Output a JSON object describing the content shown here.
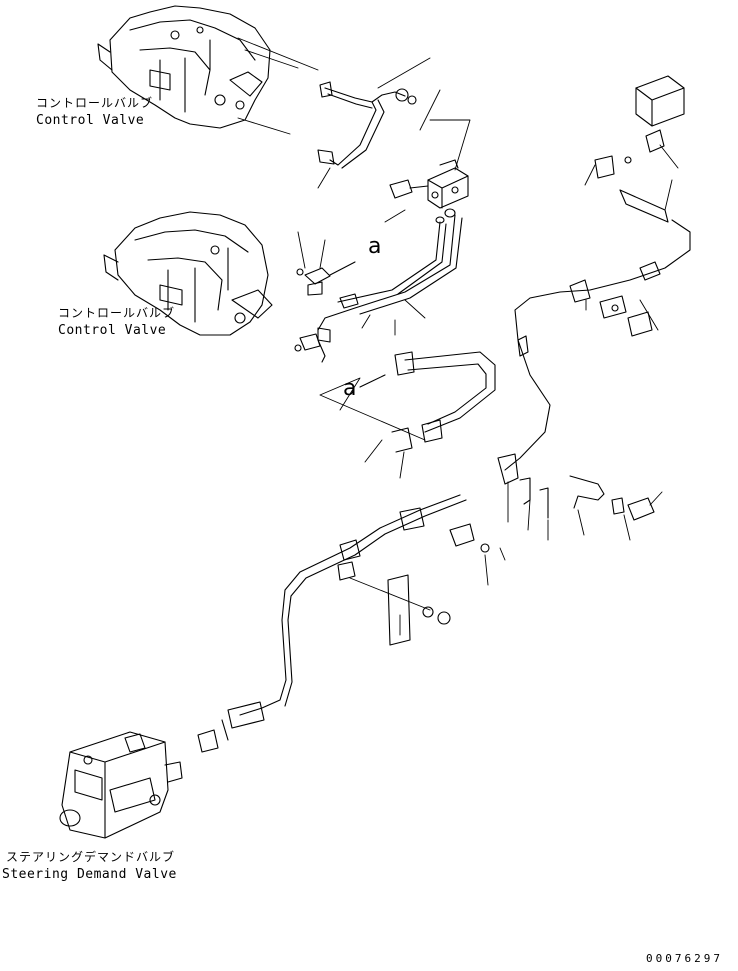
{
  "labels": {
    "cv1_jp": "コントロールバルブ",
    "cv1_en": "Control Valve",
    "cv2_jp": "コントロールバルブ",
    "cv2_en": "Control Valve",
    "sdv_jp": "ステアリングデマンドバルブ",
    "sdv_en": "Steering Demand Valve",
    "ref_a1": "a",
    "ref_a2": "a",
    "doc_number": "00076297"
  }
}
